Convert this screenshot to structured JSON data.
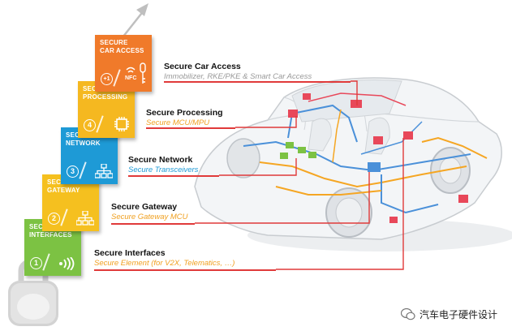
{
  "blocks": [
    {
      "title": "SECURE\nINTERFACES",
      "num": "1",
      "color": "#7cc243",
      "icon": "nfc-waves-icon"
    },
    {
      "title": "SECURE\nGATEWAY",
      "num": "2",
      "color": "#f5c01f",
      "icon": "network-icon"
    },
    {
      "title": "SECURE\nNETWORK",
      "num": "3",
      "color": "#1e9ad6",
      "icon": "network-icon"
    },
    {
      "title": "SECURE\nPROCESSING",
      "num": "4",
      "color": "#f5b820",
      "icon": "chip-icon"
    },
    {
      "title": "SECURE\nCAR ACCESS",
      "num": "+1",
      "color": "#f07a2a",
      "icon": "nfc-key-icon",
      "nfc": "NFC"
    }
  ],
  "labels": [
    {
      "main": "Secure Interfaces",
      "sub": "Secure Element (for V2X, Telematics, …)",
      "sub_color": "#f0a020"
    },
    {
      "main": "Secure Gateway",
      "sub": "Secure Gateway MCU",
      "sub_color": "#f0a020"
    },
    {
      "main": "Secure Network",
      "sub": "Secure Transceivers",
      "sub_color": "#1e9ad6"
    },
    {
      "main": "Secure Processing",
      "sub": "Secure MCU/MPU",
      "sub_color": "#f0a020"
    },
    {
      "main": "Secure Car Access",
      "sub": "Immobilizer, RKE/PKE & Smart Car Access",
      "sub_color": "#999999"
    }
  ],
  "watermark": "汽车电子硬件设计",
  "colors": {
    "connector": "#e03a3a",
    "car_body": "#c8ccd0",
    "wiring_blue": "#4a90d9",
    "wiring_orange": "#f5a623",
    "ecu_red": "#e8485a",
    "ecu_green": "#7cc243",
    "lock": "#c9c9c9",
    "arrow": "#bfbfbf"
  }
}
